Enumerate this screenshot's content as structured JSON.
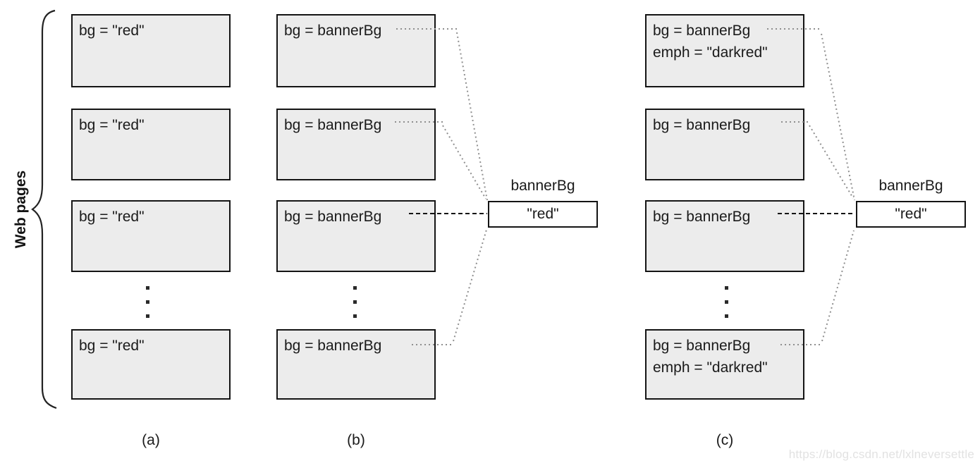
{
  "brace": {
    "label": "Web pages"
  },
  "columns": [
    {
      "label": "(a)",
      "boxes": [
        {
          "line1": "bg = \"red\""
        },
        {
          "line1": "bg = \"red\""
        },
        {
          "line1": "bg = \"red\""
        },
        {
          "line1": "bg = \"red\""
        }
      ]
    },
    {
      "label": "(b)",
      "boxes": [
        {
          "line1": "bg = bannerBg"
        },
        {
          "line1": "bg = bannerBg"
        },
        {
          "line1": "bg = bannerBg"
        },
        {
          "line1": "bg = bannerBg"
        }
      ],
      "store": {
        "name": "bannerBg",
        "value": "\"red\""
      }
    },
    {
      "label": "(c)",
      "boxes": [
        {
          "line1": "bg = bannerBg",
          "line2": "emph = \"darkred\""
        },
        {
          "line1": "bg = bannerBg"
        },
        {
          "line1": "bg = bannerBg"
        },
        {
          "line1": "bg = bannerBg",
          "line2": "emph = \"darkred\""
        }
      ],
      "store": {
        "name": "bannerBg",
        "value": "\"red\""
      }
    }
  ],
  "watermark": "https://blog.csdn.net/lxlneversettle",
  "colors": {
    "box_fill": "#ececec",
    "box_border": "#141414",
    "dotted_link": "#8f8f8f",
    "dashed_link": "#141414",
    "watermark_text": "#e2e2e2"
  }
}
